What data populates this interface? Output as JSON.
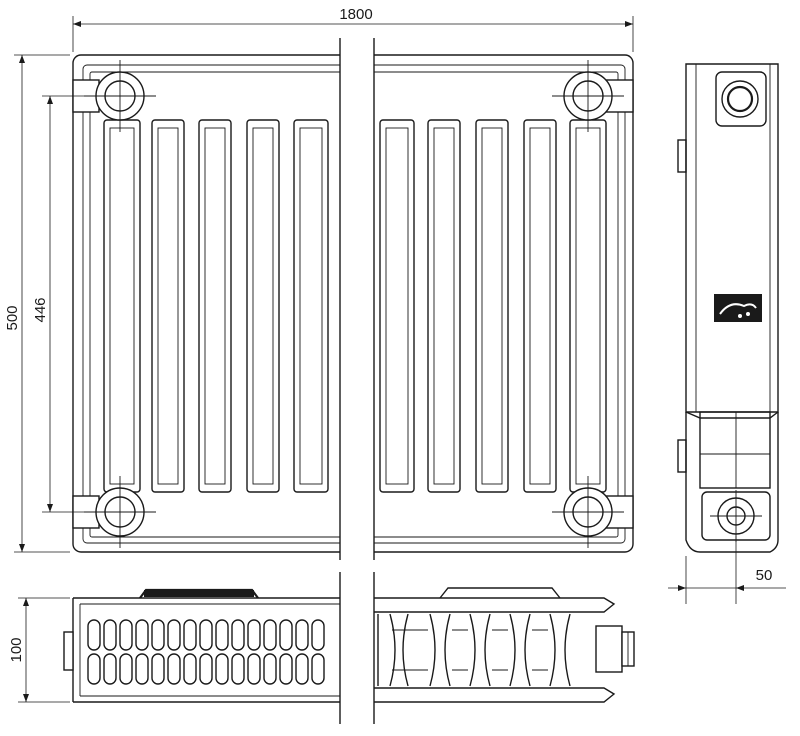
{
  "dimensions": {
    "width": "1800",
    "height_total": "500",
    "height_axis": "446",
    "depth": "100",
    "side_offset": "50"
  },
  "colors": {
    "stroke": "#1a1a1a",
    "background": "#ffffff"
  }
}
